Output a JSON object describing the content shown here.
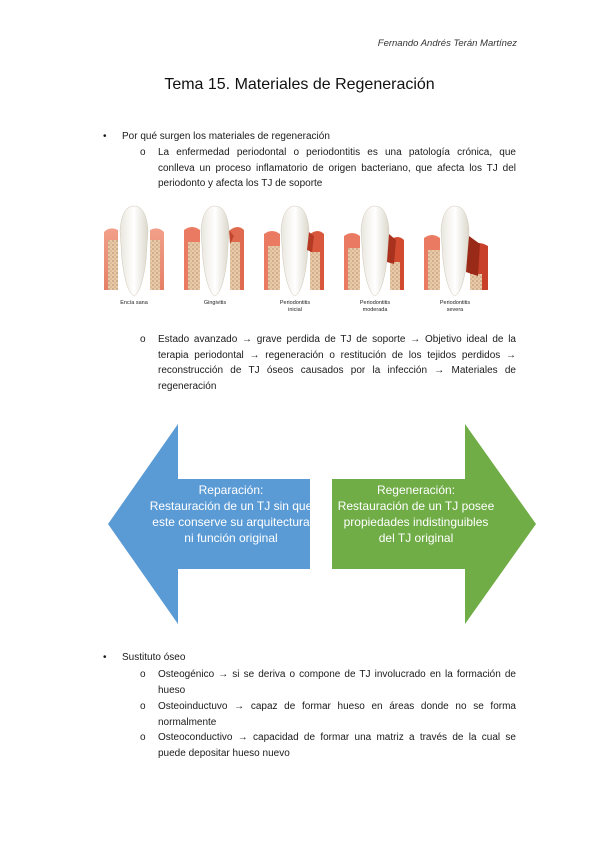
{
  "header": {
    "author": "Fernando Andrés Terán Martínez",
    "title": "Tema 15. Materiales de Regeneración"
  },
  "section1": {
    "bullet": "Por qué surgen los materiales de regeneración",
    "sub1": "La enfermedad periodontal o periodontitis es una patología crónica, que conlleva un proceso inflamatorio de origen bacteriano, que afecta los TJ del periodonto y afecta los TJ de soporte",
    "sub2": "Estado avanzado → grave perdida de TJ de soporte → Objetivo ideal de la terapia periodontal → regeneración o restitución de los tejidos perdidos → reconstrucción de TJ óseos causados por la infección → Materiales de regeneración"
  },
  "teeth_labels": [
    [
      "Encía sana"
    ],
    [
      "Gingivitis"
    ],
    [
      "Periodontitis",
      "inicial"
    ],
    [
      "Periodontitis",
      "moderada"
    ],
    [
      "Periodontitis",
      "severa"
    ]
  ],
  "arrows": {
    "left": {
      "color": "#5b9bd5",
      "heading": "Reparación:",
      "body": "Restauración de un TJ sin que este conserve su arquitectura ni función original"
    },
    "right": {
      "color": "#70ad47",
      "heading": "Regeneración:",
      "body": "Restauración de un TJ posee propiedades indistinguibles del TJ original"
    }
  },
  "section2": {
    "bullet": "Sustituto óseo",
    "items": [
      "Osteogénico → si se deriva o compone de TJ involucrado en la formación de hueso",
      "Osteoinductuvo → capaz de formar hueso en áreas donde no se forma normalmente",
      "Osteoconductivo → capacidad de formar una matriz a través de la cual se puede depositar hueso nuevo"
    ]
  }
}
